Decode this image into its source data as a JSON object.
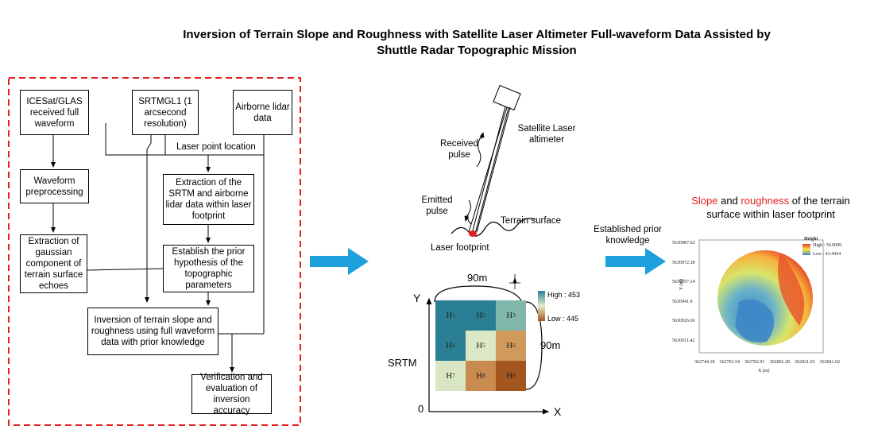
{
  "title_line1": "Inversion of Terrain Slope and Roughness with Satellite Laser Altimeter Full-waveform Data Assisted by",
  "title_line2": "Shuttle Radar Topographic Mission",
  "flow": {
    "icesat": "ICESat/GLAS received full waveform",
    "srtm": "SRTMGL1 (1 arcsecond resolution)",
    "lidar": "Airborne lidar data",
    "laser_point": "Laser point location",
    "preprocess": "Waveform preprocessing",
    "extract_srtm": "Extraction of the SRTM and airborne lidar data within laser footprint",
    "gaussian": "Extraction of gaussian component of terrain surface echoes",
    "prior": "Establish the prior hypothesis of the topographic parameters",
    "inversion": "Inversion of terrain slope and roughness using full waveform data with prior knowledge",
    "verification": "Verification and evaluation of inversion accuracy"
  },
  "satellite": {
    "altimeter": "Satellite Laser altimeter",
    "received": "Received pulse",
    "emitted": "Emitted pulse",
    "terrain": "Terrain surface",
    "footprint": "Laser footprint"
  },
  "srtm_grid": {
    "label": "SRTM",
    "width_label": "90m",
    "height_label": "90m",
    "y_axis": "Y",
    "x_axis": "X",
    "origin": "0",
    "high": "High : 453",
    "low": "Low : 445",
    "cells": [
      {
        "label": "H",
        "sub": "1",
        "color": "#2a7f95"
      },
      {
        "label": "H",
        "sub": "2",
        "color": "#2a7f95"
      },
      {
        "label": "H",
        "sub": "3",
        "color": "#7fb7ab"
      },
      {
        "label": "H",
        "sub": "4",
        "color": "#2a7f95"
      },
      {
        "label": "H",
        "sub": "5",
        "color": "#dbe8c6"
      },
      {
        "label": "H",
        "sub": "6",
        "color": "#cf9a5a"
      },
      {
        "label": "H",
        "sub": "7",
        "color": "#d9e6c4"
      },
      {
        "label": "H",
        "sub": "8",
        "color": "#c98a4f"
      },
      {
        "label": "H",
        "sub": "9",
        "color": "#a4561f"
      }
    ]
  },
  "prior_arrow_label": "Established prior knowledge",
  "result": {
    "title_pre": "",
    "slope": "Slope",
    "and": " and ",
    "roughness": "roughness",
    "title_rest": " of the terrain",
    "title_line2": "surface within laser footprint",
    "legend_title": "Height",
    "legend_high": "High : 50.9099",
    "legend_low": "Low : 43.4434",
    "y_ticks": [
      "5630987.62",
      "5630972.38",
      "5630957.14",
      "5630941.9",
      "5630926.66",
      "5630911.42"
    ],
    "x_ticks": [
      "362744.18",
      "362763.54",
      "362782.91",
      "362802.28",
      "362821.65",
      "362841.02"
    ],
    "y_label": "Y (m)",
    "x_label": "X (m)"
  },
  "colors": {
    "dashed_border": "#e41f1f",
    "big_arrow": "#1ea0dc",
    "red_text": "#e41f1f"
  }
}
